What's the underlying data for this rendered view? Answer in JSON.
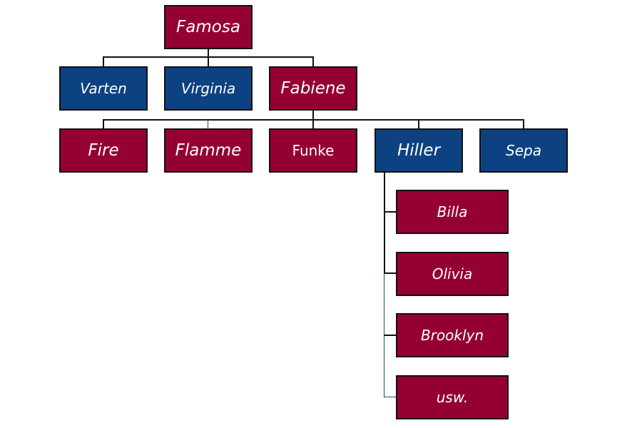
{
  "colors": {
    "red": "#950034",
    "blue": "#0c4282",
    "line": "#111111"
  },
  "nodes": {
    "root": "Famosa",
    "varten": "Varten",
    "virginia": "Virginia",
    "fabiene": "Fabiene",
    "fire": "Fire",
    "flamme": "Flamme",
    "funke": "Funke",
    "hiller": "Hiller",
    "sepa": "Sepa",
    "billa": "Billa",
    "olivia": "Olivia",
    "brooklyn": "Brooklyn",
    "usw": "usw."
  }
}
